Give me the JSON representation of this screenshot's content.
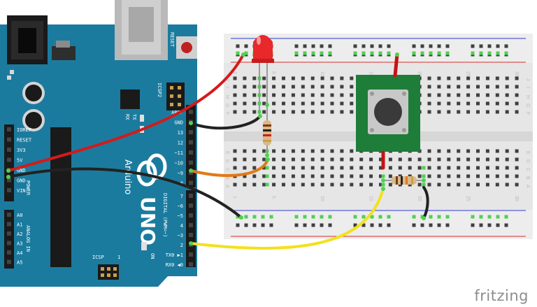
{
  "arduino": {
    "brand": "Arduino",
    "model": "UNO",
    "reset_label": "RESET",
    "icsp2_label": "ICSP2",
    "icsp_label": "ICSP",
    "tx_label": "TX",
    "rx_label": "RX",
    "on_label": "ON",
    "icsp_pin1": "1",
    "power_header_label": "POWER",
    "analog_header_label": "ANALOG IN",
    "digital_header_label": "DIGITAL (PWM=~)",
    "power_pins": [
      "IOREF",
      "RESET",
      "3V3",
      "5V",
      "GND",
      "GND",
      "VIN"
    ],
    "analog_pins": [
      "A0",
      "A1",
      "A2",
      "A3",
      "A4",
      "A5"
    ],
    "digital_top_pins": [
      "AREF",
      "GND",
      "13",
      "12",
      "~11",
      "~10",
      "~9",
      "8"
    ],
    "digital_bottom_pins": [
      "7",
      "~6",
      "~5",
      "4",
      "~3",
      "2",
      "TX0 ▶1",
      "RX0 ◀0"
    ]
  },
  "breadboard": {
    "row_letters_top": [
      "J",
      "I",
      "H",
      "G",
      "F"
    ],
    "row_letters_bottom": [
      "E",
      "D",
      "C",
      "B",
      "A"
    ],
    "column_numbers": [
      "1",
      "5",
      "10",
      "15",
      "20",
      "25",
      "30"
    ]
  },
  "colors": {
    "board_blue": "#1b7b9e",
    "breadboard": "#e6e6e6",
    "wire_red": "#d41a1a",
    "wire_black": "#222222",
    "wire_orange": "#e07a1a",
    "wire_yellow": "#f3e11c",
    "led_red": "#e8282a",
    "button_pcb": "#1f7d3a"
  },
  "watermark": "fritzing"
}
